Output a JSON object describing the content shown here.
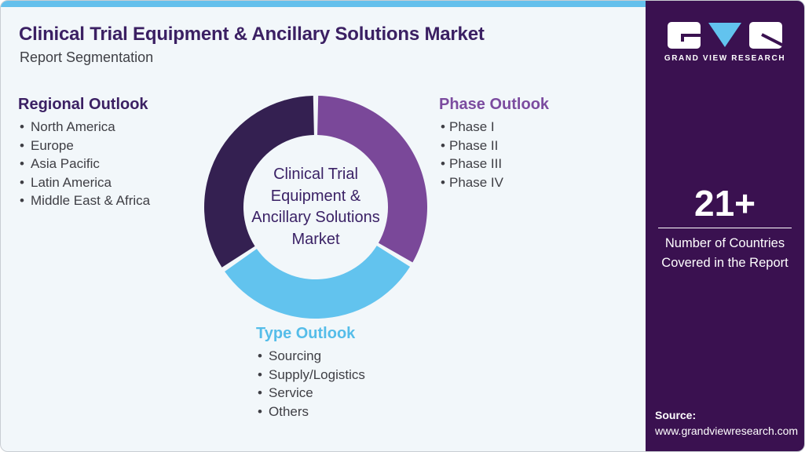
{
  "header": {
    "title": "Clinical Trial Equipment & Ancillary Solutions Market",
    "subtitle": "Report Segmentation"
  },
  "sections": {
    "regional": {
      "heading": "Regional Outlook",
      "items": [
        "North America",
        "Europe",
        "Asia Pacific",
        "Latin America",
        "Middle East & Africa"
      ]
    },
    "phase": {
      "heading": "Phase Outlook",
      "items": [
        "Phase I",
        "Phase II",
        "Phase III",
        "Phase IV"
      ]
    },
    "type": {
      "heading": "Type Outlook",
      "items": [
        "Sourcing",
        "Supply/Logistics",
        "Service",
        "Others"
      ]
    }
  },
  "chart_data": {
    "type": "donut",
    "title": "Report Segmentation",
    "center_label": "Clinical Trial Equipment & Ancillary Solutions Market",
    "inner_radius_ratio": 0.648,
    "gap_degrees": 2.6,
    "legend_position": "none",
    "segments": [
      {
        "label": "Phase Outlook",
        "start_angle": 0,
        "end_angle": 121,
        "value_degrees": 121,
        "color": "#7a4899"
      },
      {
        "label": "Type Outlook",
        "start_angle": 121,
        "end_angle": 236,
        "value_degrees": 115,
        "color": "#62c3ee"
      },
      {
        "label": "Regional Outlook",
        "start_angle": 236,
        "end_angle": 360,
        "value_degrees": 124,
        "color": "#342051"
      }
    ]
  },
  "sidebar": {
    "brand": "GRAND VIEW RESEARCH",
    "stat_value": "21+",
    "stat_caption": "Number of Countries Covered in the Report",
    "source_label": "Source:",
    "source_url": "www.grandviewresearch.com"
  },
  "colors": {
    "accent_blue": "#62c3ee",
    "accent_purple": "#7a4899",
    "dark_purple": "#342051",
    "sidebar_bg": "#3a1150",
    "title_text": "#3b2063",
    "topbar": "#64c0ec",
    "card_bg": "#f2f7fa"
  }
}
